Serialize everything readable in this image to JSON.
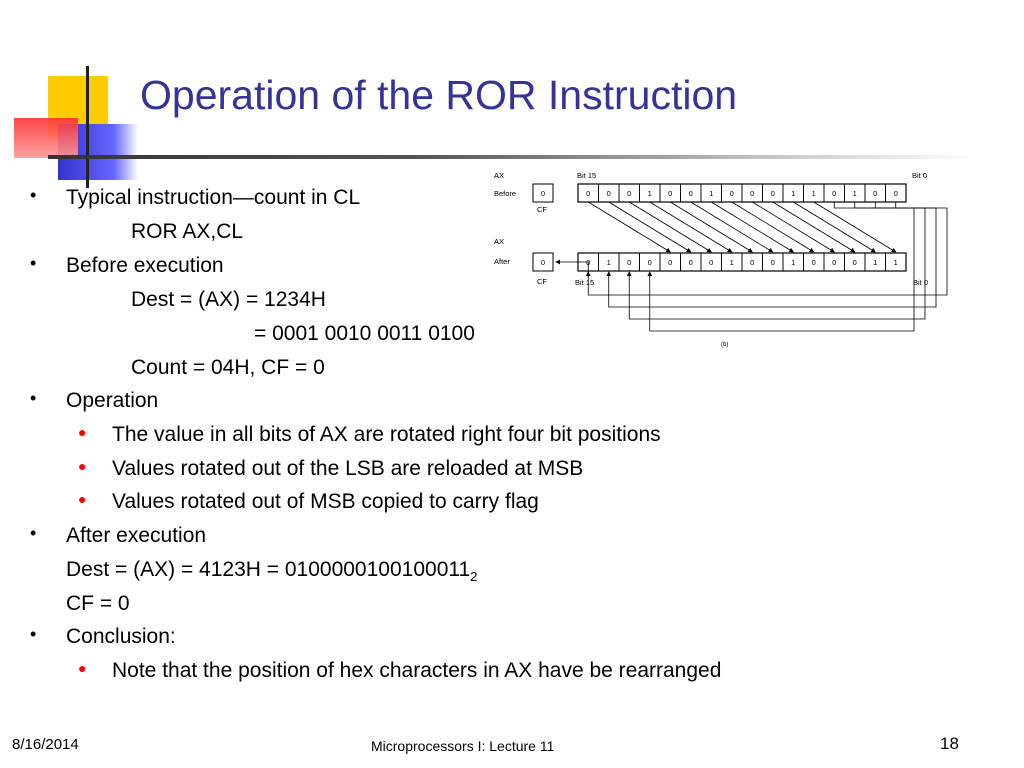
{
  "slide": {
    "title": "Operation of the ROR Instruction",
    "lines": [
      "Typical instruction—count in CL",
      "ROR AX,CL",
      "Before execution",
      "Dest  = (AX) = 1234H",
      "= 0001 0010 0011 0100",
      "Count = 04H,  CF = 0",
      "Operation",
      "The value in all bits of AX are rotated right four bit positions",
      "Values rotated out of the LSB are reloaded at MSB",
      "Values rotated out of MSB copied to carry flag",
      "After execution",
      "Dest  = (AX) = 4123H   = 0100000100100011",
      "2",
      "CF = 0",
      "Conclusion:",
      "Note that the position of hex characters in AX have be rearranged"
    ]
  },
  "diagram": {
    "ax_label_top": "AX",
    "before_label": "Before",
    "bit15_top": "Bit 15",
    "bit0_top": "Bit 0",
    "cf_before_value": "0",
    "cf_label_top": "CF",
    "before_bits": [
      "0",
      "0",
      "0",
      "1",
      "0",
      "0",
      "1",
      "0",
      "0",
      "0",
      "1",
      "1",
      "0",
      "1",
      "0",
      "0"
    ],
    "ax_label_bottom": "AX",
    "after_label": "After",
    "cf_after_value": "0",
    "cf_label_bottom": "CF",
    "bit15_bottom": "Bit 15",
    "bit0_bottom": "Bit 0",
    "after_bits": [
      "0",
      "1",
      "0",
      "0",
      "0",
      "0",
      "0",
      "1",
      "0",
      "0",
      "1",
      "0",
      "0",
      "0",
      "1",
      "1"
    ],
    "caption": "(b)"
  },
  "footer": {
    "date": "8/16/2014",
    "course": "Microprocessors I:   Lecture 11",
    "page": "18"
  }
}
